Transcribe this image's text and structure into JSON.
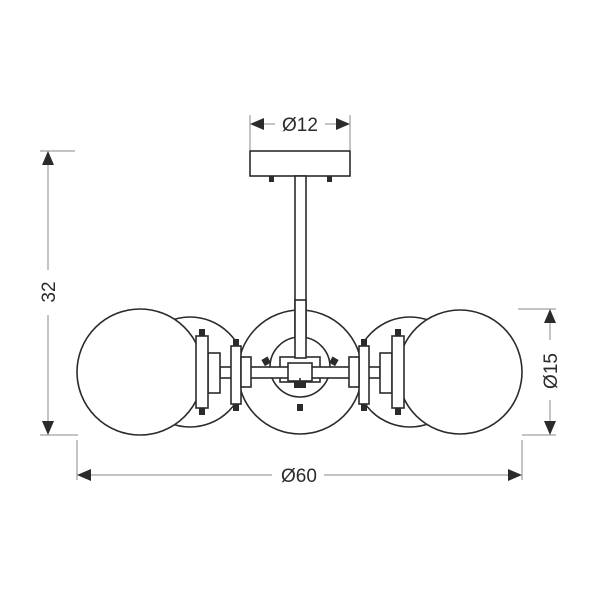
{
  "drawing": {
    "title": "Pendant lamp technical dimension drawing",
    "units": "cm",
    "colors": {
      "line": "#2b2b2b",
      "dimension_line": "#8a8a8a",
      "background": "#ffffff"
    }
  },
  "dimensions": {
    "canopy_diameter": {
      "label": "Ø12",
      "value": 12
    },
    "height": {
      "label": "32",
      "value": 32
    },
    "globe_diameter": {
      "label": "Ø15",
      "value": 15
    },
    "overall_diameter": {
      "label": "Ø60",
      "value": 60
    }
  },
  "components": {
    "canopy": "ceiling-canopy",
    "rod": "suspension-rod",
    "hub": "central-hub",
    "globes": [
      "globe-left-front",
      "globe-left-back",
      "globe-center",
      "globe-right-back",
      "globe-right-front"
    ]
  }
}
